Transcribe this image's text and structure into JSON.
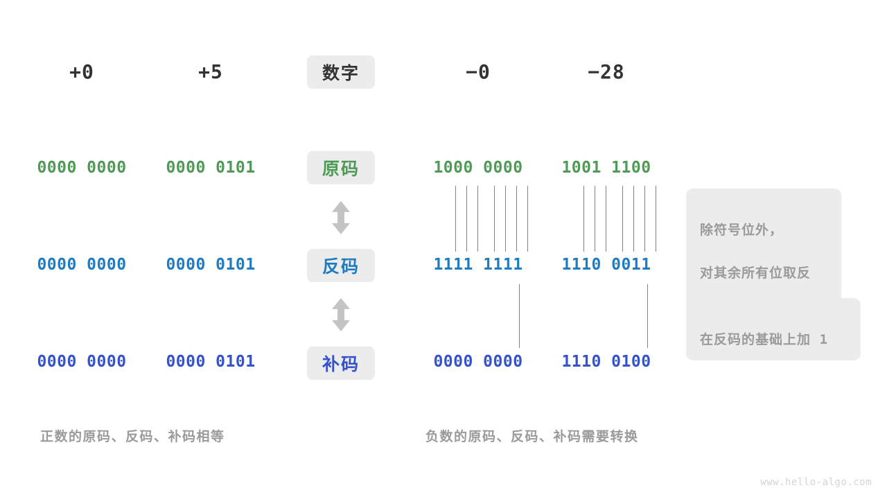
{
  "diagram": {
    "title_row": {
      "label_badge": "数字",
      "columns": [
        "+0",
        "+5",
        "−0",
        "−28"
      ]
    },
    "rows": [
      {
        "key": "true_form",
        "badge": "原码",
        "color": "#4e9a56",
        "values": [
          "0000 0000",
          "0000 0101",
          "1000 0000",
          "1001 1100"
        ]
      },
      {
        "key": "ones_complement",
        "badge": "反码",
        "color": "#1f7cc0",
        "values": [
          "0000 0000",
          "0000 0101",
          "1111 1111",
          "1110 0011"
        ]
      },
      {
        "key": "twos_complement",
        "badge": "补码",
        "color": "#3352cc",
        "values": [
          "0000 0000",
          "0000 0101",
          "0000 0000",
          "1110 0100"
        ]
      }
    ],
    "callouts": [
      {
        "key": "invert-bits",
        "line1": "除符号位外，",
        "line2": "对其余所有位取反"
      },
      {
        "key": "add-one",
        "text": "在反码的基础上加",
        "operand": "1"
      }
    ],
    "captions": {
      "positive": "正数的原码、反码、补码相等",
      "negative": "负数的原码、反码、补码需要转换"
    },
    "watermark": "www.hello-algo.com",
    "colors": {
      "green": "#4e9a56",
      "blue": "#1f7cc0",
      "indigo": "#3352cc",
      "badge_bg": "#ececec",
      "muted": "#9a9a9a",
      "tick": "#808080",
      "arrow": "#c4c4c4"
    }
  }
}
